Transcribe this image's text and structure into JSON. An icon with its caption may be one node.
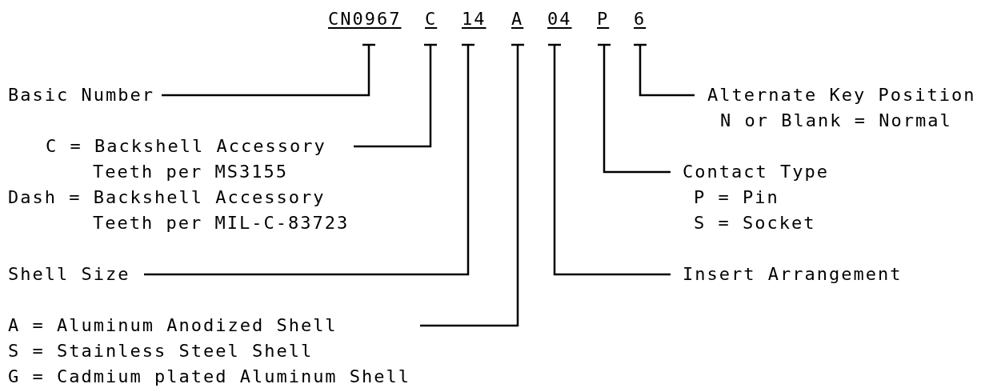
{
  "diagram": {
    "nodes": [
      {
        "text": [
          "CN0967"
        ]
      },
      {
        "text": [
          "C"
        ]
      },
      {
        "text": [
          "14"
        ]
      },
      {
        "text": [
          "A"
        ]
      },
      {
        "text": [
          "04"
        ]
      },
      {
        "text": [
          "P"
        ]
      },
      {
        "text": [
          "6"
        ]
      },
      {
        "text": [
          "Basic Number"
        ]
      },
      {
        "text": [
          "C = Backshell Accessory Teeth per MS3155",
          "Dash = Backshell Accessory Teeth per MIL-C-83723"
        ]
      },
      {
        "text": [
          "Shell Size"
        ]
      },
      {
        "text": [
          "A = Aluminum Anodized Shell",
          "S = Stainless Steel Shell",
          "G = Cadmium plated Aluminum Shell"
        ]
      },
      {
        "text": [
          "Insert Arrangement"
        ]
      },
      {
        "text": [
          "Contact Type",
          "P = Pin",
          "S = Socket"
        ]
      },
      {
        "text": [
          "Alternate Key Position",
          "N or Blank = Normal"
        ]
      }
    ],
    "edges": [
      {
        "from": 0,
        "to": 7,
        "arrow": "other"
      },
      {
        "from": 1,
        "to": 8,
        "arrow": "other"
      },
      {
        "from": 2,
        "to": 9,
        "arrow": "other"
      },
      {
        "from": 3,
        "to": 10,
        "arrow": "other"
      },
      {
        "from": 4,
        "to": 11,
        "arrow": "other"
      },
      {
        "from": 5,
        "to": 12,
        "arrow": "other"
      },
      {
        "from": 6,
        "to": 13,
        "arrow": "other"
      }
    ]
  }
}
